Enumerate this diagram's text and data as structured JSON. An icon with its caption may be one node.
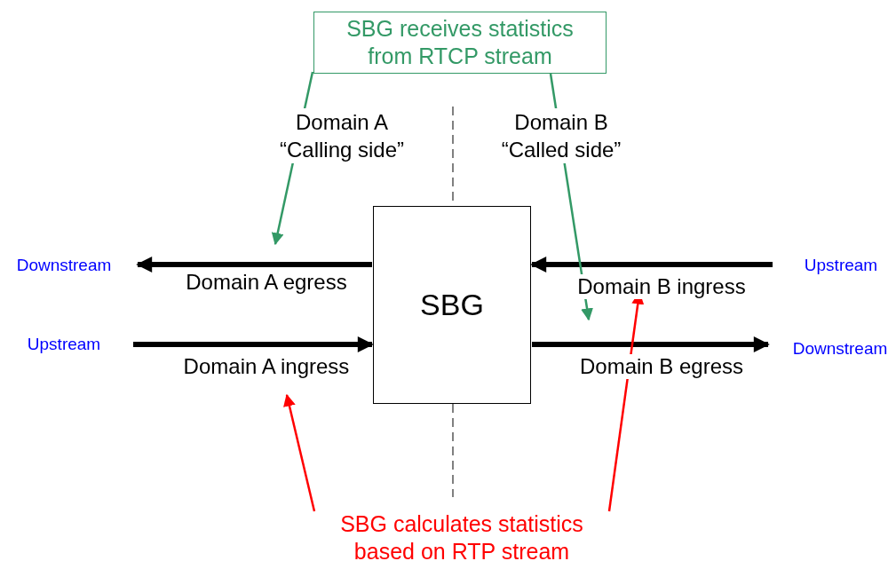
{
  "diagram": {
    "nodes": [
      {
        "text": [
          "SBG receives statistics from RTCP stream"
        ]
      },
      {
        "text": [
          "SBG"
        ]
      },
      {
        "text": [
          "SBG calculates statistics based on RTP stream"
        ]
      }
    ],
    "edges": [
      {
        "from": 1,
        "to": null,
        "arrow": "to",
        "label": "Domain A egress",
        "style": "thick"
      },
      {
        "from": null,
        "to": 1,
        "arrow": "to",
        "label": "Domain A ingress",
        "style": "thick"
      },
      {
        "from": null,
        "to": 1,
        "arrow": "to",
        "label": "Domain B ingress",
        "style": "thick"
      },
      {
        "from": 1,
        "to": null,
        "arrow": "to",
        "label": "Domain B egress",
        "style": "thick"
      },
      {
        "from": 0,
        "to": null,
        "arrow": "to",
        "color": "#339966"
      },
      {
        "from": 0,
        "to": null,
        "arrow": "to",
        "color": "#339966"
      },
      {
        "from": 2,
        "to": null,
        "arrow": "to",
        "color": "#ff0000"
      },
      {
        "from": 2,
        "to": null,
        "arrow": "to",
        "color": "#ff0000"
      }
    ],
    "labels": [
      "Domain A “Calling side”",
      "Domain B “Called side”",
      "Downstream",
      "Upstream",
      "Upstream",
      "Downstream"
    ]
  }
}
